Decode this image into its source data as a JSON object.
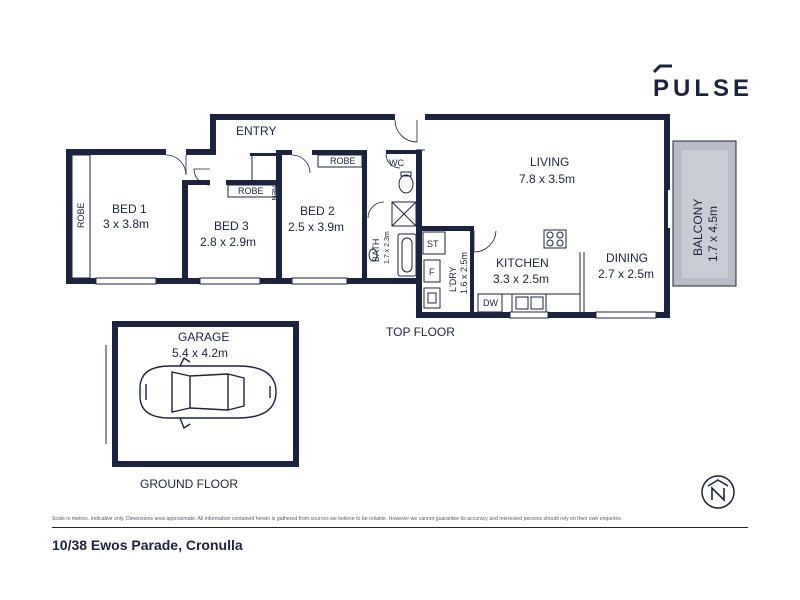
{
  "logo": {
    "text": "PULSE"
  },
  "floors": {
    "top": "TOP FLOOR",
    "ground": "GROUND FLOOR"
  },
  "rooms": {
    "entry": {
      "name": "ENTRY"
    },
    "bed1": {
      "name": "BED 1",
      "dims": "3 x 3.8m"
    },
    "bed3": {
      "name": "BED 3",
      "dims": "2.8 x 2.9m"
    },
    "bed2": {
      "name": "BED 2",
      "dims": "2.5 x 3.9m"
    },
    "bath": {
      "name": "BATH",
      "dims": "1.7 x 2.3m"
    },
    "living": {
      "name": "LIVING",
      "dims": "7.8 x 3.5m"
    },
    "kitchen": {
      "name": "KITCHEN",
      "dims": "3.3 x 2.5m"
    },
    "laundry": {
      "name": "L'DRY",
      "dims": "1.6 x 2.5m"
    },
    "dining": {
      "name": "DINING",
      "dims": "2.7 x 2.5m"
    },
    "balcony": {
      "name": "BALCONY",
      "dims": "1.7 x 4.5m"
    },
    "garage": {
      "name": "GARAGE",
      "dims": "5.4 x 4.2m"
    }
  },
  "fixtures": {
    "robe": "ROBE",
    "linen": "LINEN",
    "wc": "WC",
    "st": "ST",
    "fridge": "F",
    "dw": "DW"
  },
  "icons": {
    "north": "north-arrow-icon",
    "car": "car-icon"
  },
  "disclaimer": "Scale in metres. Indicative only. Dimensions area approximate. All information contained herein is gathered from sources we believe to be reliable. However we cannot guarantee its accuracy and interested persons should rely on their own enquiries.",
  "address": "10/38 Ewos Parade, Cronulla"
}
